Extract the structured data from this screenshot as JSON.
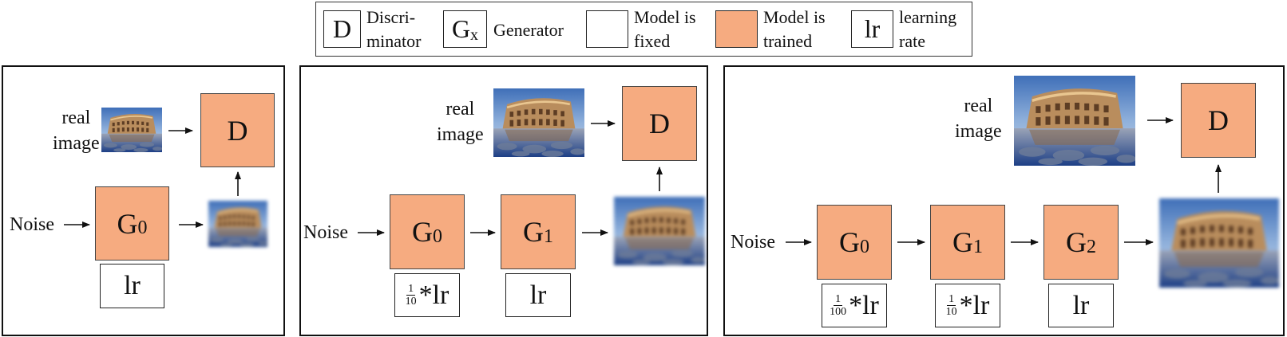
{
  "legend": {
    "d_symbol": "D",
    "d_label": "Discri-\nminator",
    "g_symbol": "G",
    "g_sub": "x",
    "g_label": "Generator",
    "fixed_label": "Model is\nfixed",
    "trained_label": "Model is\ntrained",
    "lr_symbol": "lr",
    "lr_label": "learning\nrate"
  },
  "colors": {
    "trained": "#f6ab80",
    "fixed": "#ffffff"
  },
  "panels": [
    {
      "noise": "Noise",
      "real_image": "real\nimage",
      "discriminator": "D",
      "generators": [
        {
          "letter": "G",
          "sub": "0",
          "lr": "lr"
        }
      ]
    },
    {
      "noise": "Noise",
      "real_image": "real\nimage",
      "discriminator": "D",
      "generators": [
        {
          "letter": "G",
          "sub": "0",
          "lr_num": "1",
          "lr_den": "10",
          "lr": "*lr"
        },
        {
          "letter": "G",
          "sub": "1",
          "lr": "lr"
        }
      ]
    },
    {
      "noise": "Noise",
      "real_image": "real\nimage",
      "discriminator": "D",
      "generators": [
        {
          "letter": "G",
          "sub": "0",
          "lr_num": "1",
          "lr_den": "100",
          "lr": "*lr"
        },
        {
          "letter": "G",
          "sub": "1",
          "lr_num": "1",
          "lr_den": "10",
          "lr": "*lr"
        },
        {
          "letter": "G",
          "sub": "2",
          "lr": "lr"
        }
      ]
    }
  ]
}
